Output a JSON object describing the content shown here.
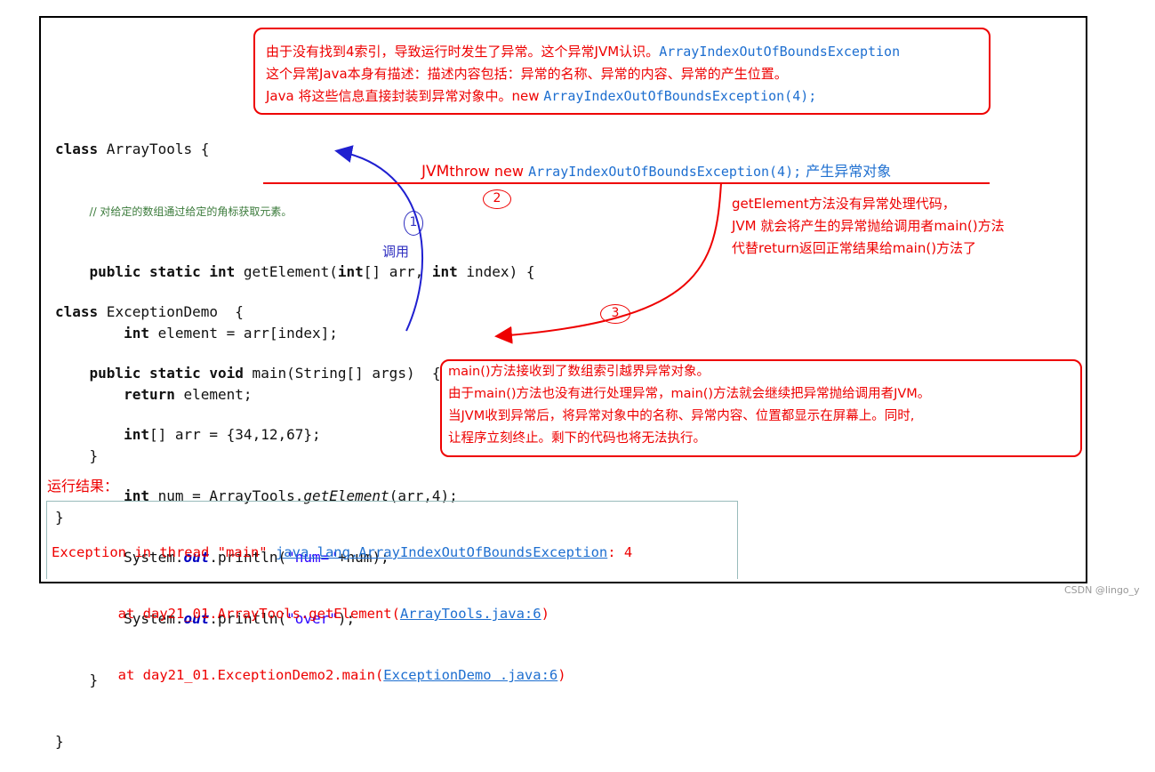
{
  "callout_top": {
    "line1_red": "由于没有找到4索引，导致运行时发生了异常。这个异常JVM认识。",
    "line1_blue": "ArrayIndexOutOfBoundsException",
    "line2": "这个异常Java本身有描述：描述内容包括：异常的名称、异常的内容、异常的产生位置。",
    "line3_red": "Java 将这些信息直接封装到异常对象中。new ",
    "line3_blue": "ArrayIndexOutOfBoundsException(4);"
  },
  "code1": {
    "l1": "class ArrayTools {",
    "l2_comment": "// 对给定的数组通过给定的角标获取元素。",
    "l3_a": "public static int ",
    "l3_b": "getElement(",
    "l3_c": "int",
    "l3_d": "[] arr, ",
    "l3_e": "int",
    "l3_f": " index) {",
    "l4_kw": "int",
    "l4_rest": " element = arr[index];",
    "l5_kw": "return",
    "l5_rest": " element;",
    "l6": "}",
    "l7": "}"
  },
  "code2": {
    "l1_kw": "class",
    "l1_rest": " ExceptionDemo  {",
    "l2_kw": "public static void",
    "l2_rest": " main(String[] args)  {",
    "l3_kw": "int",
    "l3_rest": "[] arr = {34,12,67};",
    "l4_kw": "int",
    "l4_a": " num = ArrayTools.",
    "l4_m": "getElement",
    "l4_b": "(arr,4);",
    "l5_a": "System.",
    "l5_f": "out",
    "l5_b": ".println(",
    "l5_s": "\"num=\"",
    "l5_c": "+num);",
    "l6_a": "System.",
    "l6_f": "out",
    "l6_b": ".println(",
    "l6_s": "\"over\"",
    "l6_c": ");",
    "l7": "}",
    "l8": "}"
  },
  "jvm_line": {
    "jvm": "JVM",
    "throw": "throw new ",
    "cls": "ArrayIndexOutOfBoundsException(4);",
    "tail": " 产生异常对象"
  },
  "note_right": {
    "l1": "getElement方法没有异常处理代码，",
    "l2": "JVM 就会将产生的异常抛给调用者main()方法",
    "l3": "代替return返回正常结果给main()方法了"
  },
  "call_label": "调用",
  "circles": {
    "c1": "1",
    "c2": "2",
    "c3": "3"
  },
  "callout_bottom": {
    "l1": "main()方法接收到了数组索引越界异常对象。",
    "l2": "由于main()方法也没有进行处理异常，main()方法就会继续把异常抛给调用者JVM。",
    "l3": "当JVM收到异常后，将异常对象中的名称、异常内容、位置都显示在屏幕上。同时,",
    "l4": "让程序立刻终止。剩下的代码也将无法执行。"
  },
  "result_label": "运行结果：",
  "exception": {
    "l1_a": "Exception in thread \"main\" ",
    "l1_link": "java.lang.ArrayIndexOutOfBoundsException",
    "l1_b": ": 4",
    "l2_a": "        at day21_01.ArrayTools.getElement(",
    "l2_link": "ArrayTools.java:6",
    "l2_b": ")",
    "l3_a": "        at day21_01.ExceptionDemo2.main(",
    "l3_link": "ExceptionDemo .java:6",
    "l3_b": ")"
  },
  "watermark": "CSDN @lingo_y"
}
